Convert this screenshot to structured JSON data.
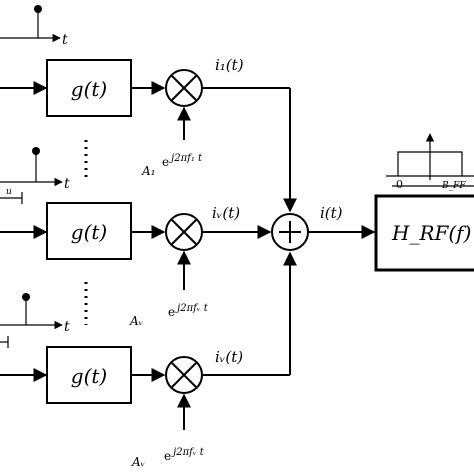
{
  "time_axis_label": "t",
  "filter_label": "g(t)",
  "paths": [
    {
      "current_label": "i₁(t)",
      "carrier_amp": "A₁",
      "carrier_exp": "j2πf₁ t"
    },
    {
      "current_label": "iᵥ(t)",
      "carrier_amp": "Aᵥ",
      "carrier_exp": "j2πfᵥ t"
    },
    {
      "current_label": "iᵥ(t)",
      "carrier_amp": "Aᵥ",
      "carrier_exp": "j2πfᵥ t"
    }
  ],
  "sum_output_label": "i(t)",
  "rf_block": {
    "label": "H_RF(f)",
    "spectrum_zero": "0",
    "spectrum_edge": "B_FF"
  }
}
